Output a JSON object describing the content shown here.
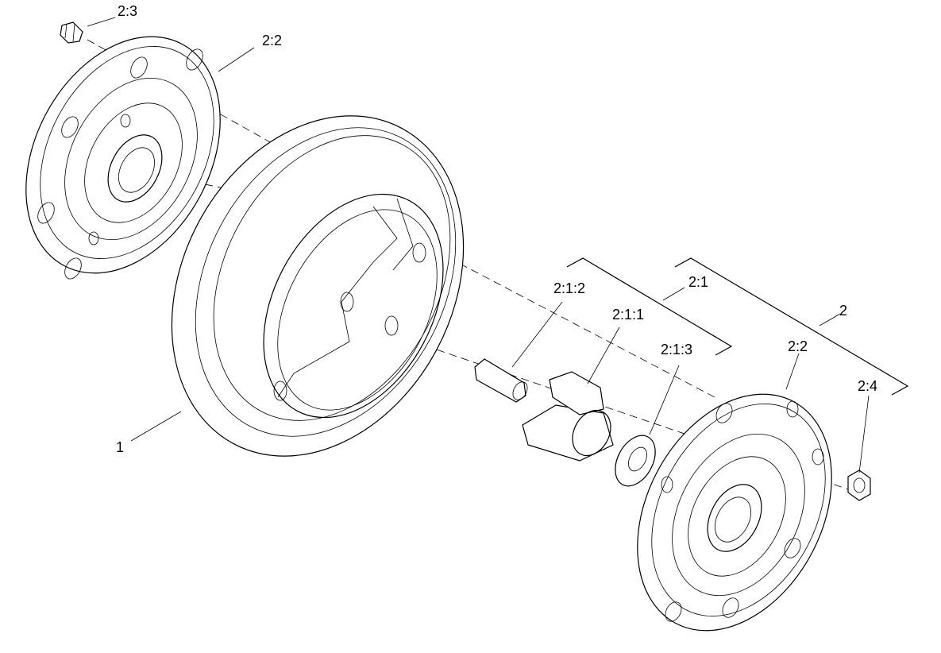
{
  "callouts": {
    "c_2_3": "2:3",
    "c_2_2_top": "2:2",
    "c_1": "1",
    "c_2_1_2": "2:1:2",
    "c_2_1": "2:1",
    "c_2_1_1": "2:1:1",
    "c_2_1_3": "2:1:3",
    "c_2": "2",
    "c_2_2_bottom": "2:2",
    "c_2_4": "2:4"
  }
}
